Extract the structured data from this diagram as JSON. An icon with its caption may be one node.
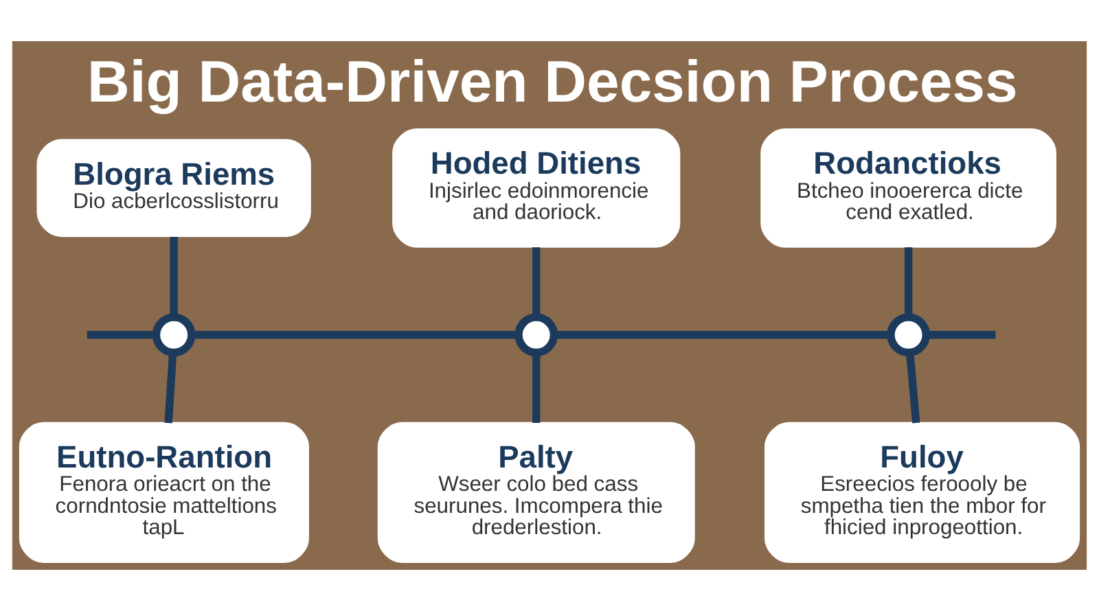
{
  "diagram": {
    "title": "Big Data-Driven Decsion Process",
    "nodes": [
      {
        "text": [
          "Blogra Riems",
          "Dio acberlcosslistorru"
        ]
      },
      {
        "text": [
          "Hoded Ditiens",
          "Injsirlec edoinmorencie and daoriock."
        ]
      },
      {
        "text": [
          "Rodanctioks",
          "Btcheo inooererca dicte cend exatled."
        ]
      },
      {
        "text": [],
        "shape": "circle"
      },
      {
        "text": [],
        "shape": "circle"
      },
      {
        "text": [],
        "shape": "circle"
      },
      {
        "text": [
          "Eutno-Rantion",
          "Fenora orieacrt on the corndntosie matteltions tapL"
        ]
      },
      {
        "text": [
          "Palty",
          "Wseer colo bed cass seurunes. Imcompera thie drederlestion."
        ]
      },
      {
        "text": [
          "Fuloy",
          "Esreecios feroooly be smpetha tien the mbor for fhicied inprogeottion."
        ]
      }
    ],
    "edges": [
      {
        "from": null,
        "to": 3,
        "arrow": "none"
      },
      {
        "from": 3,
        "to": 4,
        "arrow": "none"
      },
      {
        "from": 4,
        "to": 5,
        "arrow": "none"
      },
      {
        "from": 5,
        "to": null,
        "arrow": "none"
      },
      {
        "from": 0,
        "to": 3,
        "arrow": "none"
      },
      {
        "from": 3,
        "to": 6,
        "arrow": "none"
      },
      {
        "from": 1,
        "to": 4,
        "arrow": "none"
      },
      {
        "from": 4,
        "to": 7,
        "arrow": "none"
      },
      {
        "from": 2,
        "to": 5,
        "arrow": "none"
      },
      {
        "from": 5,
        "to": 8,
        "arrow": "none"
      }
    ]
  }
}
